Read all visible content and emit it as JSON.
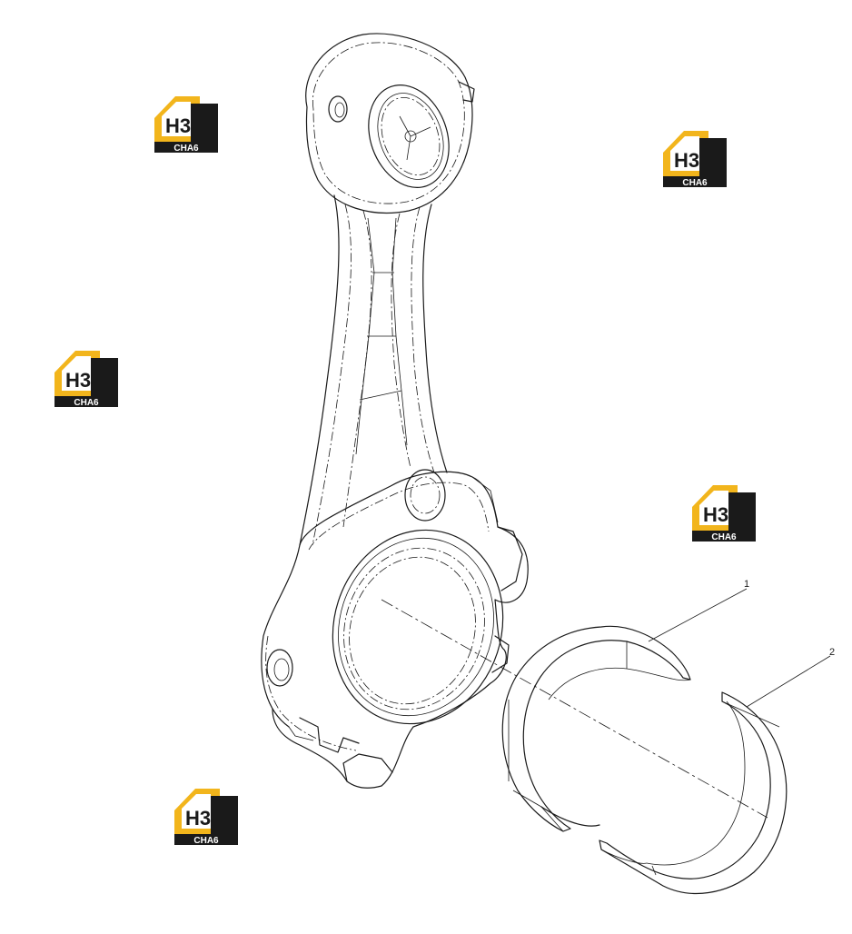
{
  "callouts": [
    {
      "label": "1"
    },
    {
      "label": "2"
    }
  ],
  "watermark": {
    "top_text": "H3",
    "bottom_text": "CHA6",
    "colors": {
      "accent": "#f2b51c",
      "dark": "#1a1a1a",
      "light": "#ffffff"
    }
  }
}
